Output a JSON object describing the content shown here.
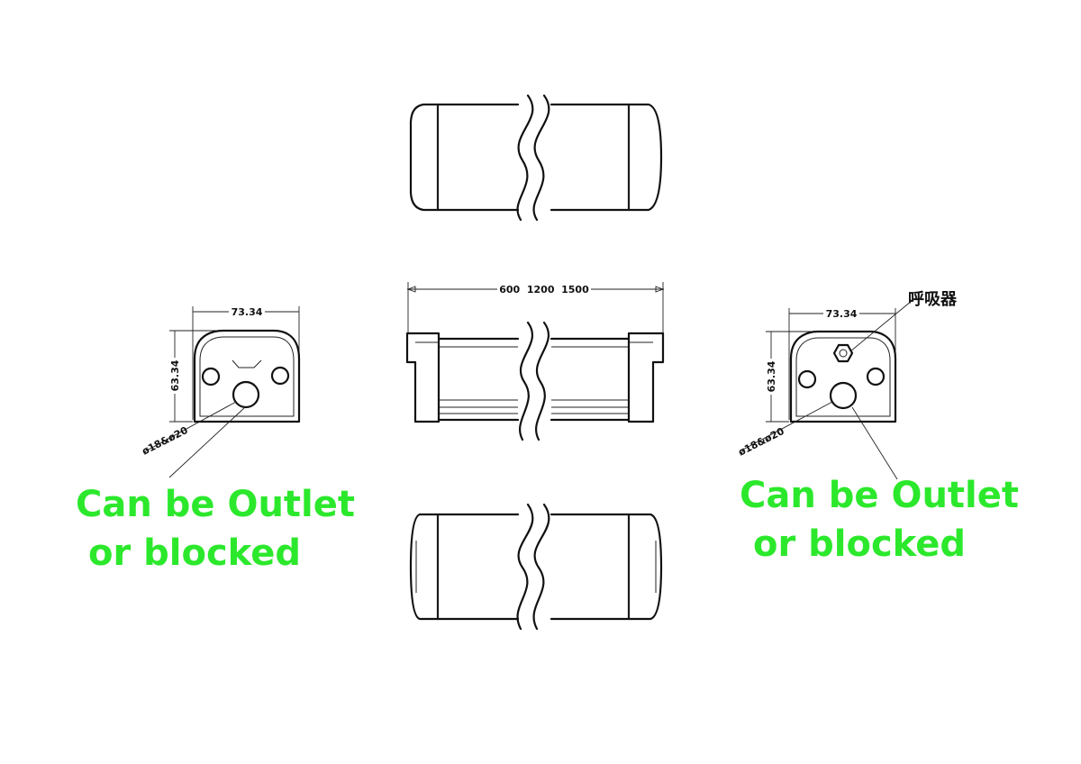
{
  "colors": {
    "accent": "#2ce82c",
    "line": "#111111"
  },
  "top_view": {},
  "front_view": {
    "length_label": "600  1200  1500"
  },
  "left_end_view": {
    "width_label": "73.34",
    "height_label": "63.34",
    "hole_label": "ø18&ø20"
  },
  "right_end_view": {
    "width_label": "73.34",
    "height_label": "63.34",
    "hole_label": "ø18&ø20",
    "vent_label": "呼吸器"
  },
  "bottom_view": {},
  "notes": {
    "left": {
      "line1": "Can be Outlet",
      "line2": "or blocked"
    },
    "right": {
      "line1": "Can be Outlet",
      "line2": "or blocked"
    }
  }
}
